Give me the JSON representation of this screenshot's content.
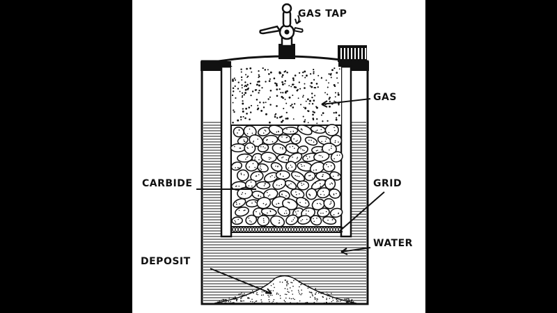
{
  "labels": {
    "gas_tap": "GAS TAP",
    "gas": "GAS",
    "carbide": "CARBIDE",
    "grid": "GRID",
    "water": "WATER",
    "deposit": "DEPOSIT"
  },
  "colors": {
    "ink": "#111111",
    "paper": "#ffffff",
    "background": "#000000"
  }
}
